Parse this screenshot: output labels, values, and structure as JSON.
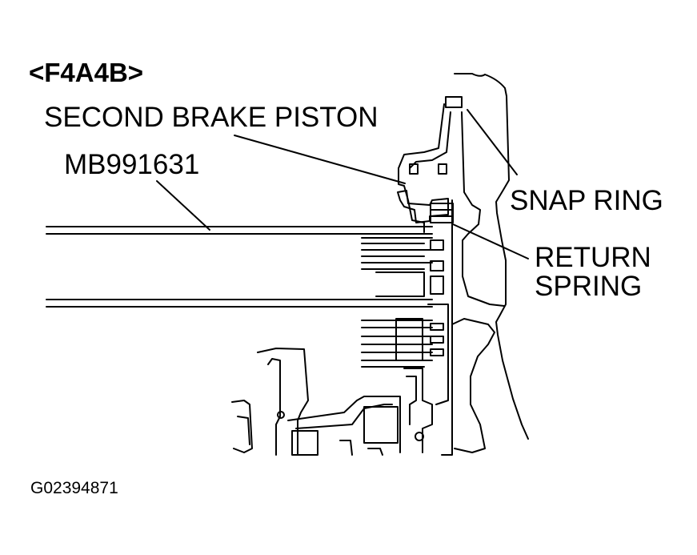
{
  "figure": {
    "model_title": "<F4A4B>",
    "figure_id": "G02394871"
  },
  "callouts": {
    "second_brake_piston": "SECOND BRAKE PISTON",
    "special_tool": "MB991631",
    "snap_ring": "SNAP RING",
    "return_spring_line1": "RETURN",
    "return_spring_line2": "SPRING"
  },
  "colors": {
    "ink": "#000000",
    "paper": "#ffffff"
  }
}
